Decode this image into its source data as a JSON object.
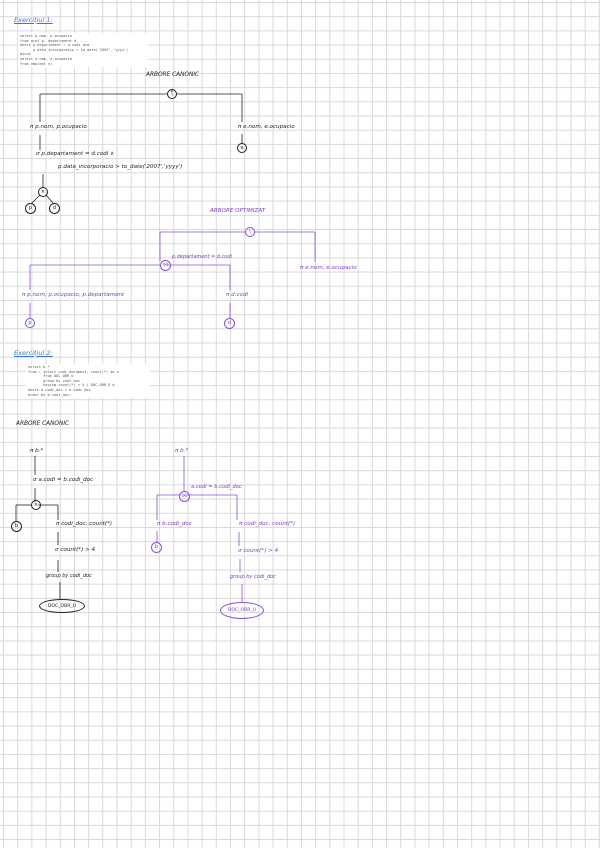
{
  "ex1": {
    "title": "Exercițiul 1:",
    "sql_lines": [
      "select p.nom, p.ocupacio",
      "from prof p, departament d, ...",
      "where p.departament = d.codi and",
      "      p.data_incorporacio > to_date('2007','yyyy')",
      "minus",
      "select e.nom, e.ocupacio",
      "from empleat e;"
    ],
    "canonical": {
      "title": "ARBORE CANONIC",
      "minus": "\\",
      "left_proj": "π p.nom, p.ocupacio",
      "right_proj": "π e.nom, e.ocupacio",
      "sel_line1": "σ   p.departament = d.codi  ∧",
      "sel_line2": "p.data_incorporacio > to_date('2007','yyyy')",
      "product": "×",
      "rel_p": "p",
      "rel_d": "d",
      "rel_e": "e"
    },
    "optimized": {
      "title": "ARBORE OPTIMIZAT",
      "minus": "\\",
      "join_cond": "p.departament = d.codi",
      "join": "⋈",
      "right_proj": "π e.nom, e.ocupacio",
      "left_proj": "π p.nom, p.ocupacio, p.departament",
      "mid_proj": "π d.codi",
      "rel_p": "p",
      "rel_d": "d"
    }
  },
  "ex2": {
    "title": "Exercițiul 2:",
    "sql_lines": [
      "select b.*",
      "from ( select codi_document, count(*) as n",
      "       from DOC_OBR_U",
      "       group by codi_doc",
      "       having count(*) > 4 ) DOC_OBR_U b",
      "where a.codi_doc = b.codi_doc",
      "order by b.codi_doc;"
    ],
    "canonical": {
      "title": "ARBORE CANONIC",
      "top_proj": "π b.*",
      "sel": "σ   a.codi = b.codi_doc",
      "product": "×",
      "rel_b": "b",
      "sub_proj": "π codi_doc, count(*)",
      "sub_sel": "σ   count(*) > 4",
      "group": "group by codi_doc",
      "table": "DOC_OBR_U"
    },
    "optimized": {
      "top_proj": "π b.*",
      "join_cond": "a.codi = b.codi_doc",
      "join": "⋈",
      "left_proj": "π b.codi_doc",
      "rel_b": "b",
      "sub_proj": "π codi_doc, count(*)",
      "sub_sel": "σ   count(*) > 4",
      "group": "group by codi_doc",
      "table": "DOC_OBR_U"
    }
  }
}
